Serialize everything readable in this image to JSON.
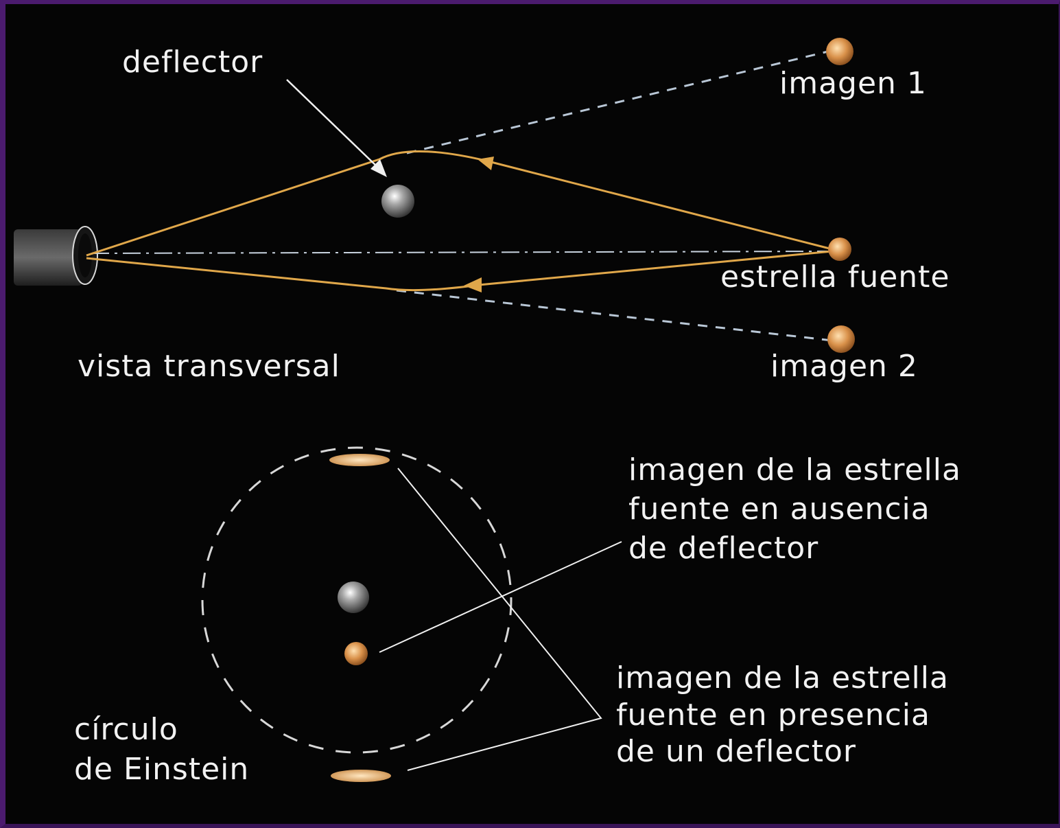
{
  "labels": {
    "deflector": "deflector",
    "imagen1": "imagen 1",
    "estrella_fuente": "estrella fuente",
    "imagen2": "imagen 2",
    "vista_transversal": "vista transversal",
    "ausencia": [
      "imagen de la estrella",
      "fuente en ausencia",
      "de deflector"
    ],
    "presencia": [
      "imagen de la estrella",
      "fuente en presencia",
      "de un deflector"
    ],
    "circulo": [
      "círculo",
      "de Einstein"
    ]
  },
  "colors": {
    "background": "#050505",
    "frame": "#4b1b6e",
    "ray": "#e0a74a",
    "dashed_line": "#b9c7d6",
    "text": "#f2f2f2",
    "star": "#d9914a",
    "deflector_body": "#9a9a9a"
  },
  "icons": [
    "telescope-icon",
    "deflector-sphere-icon",
    "source-star-icon",
    "image-star-icon",
    "einstein-arc-icon"
  ]
}
